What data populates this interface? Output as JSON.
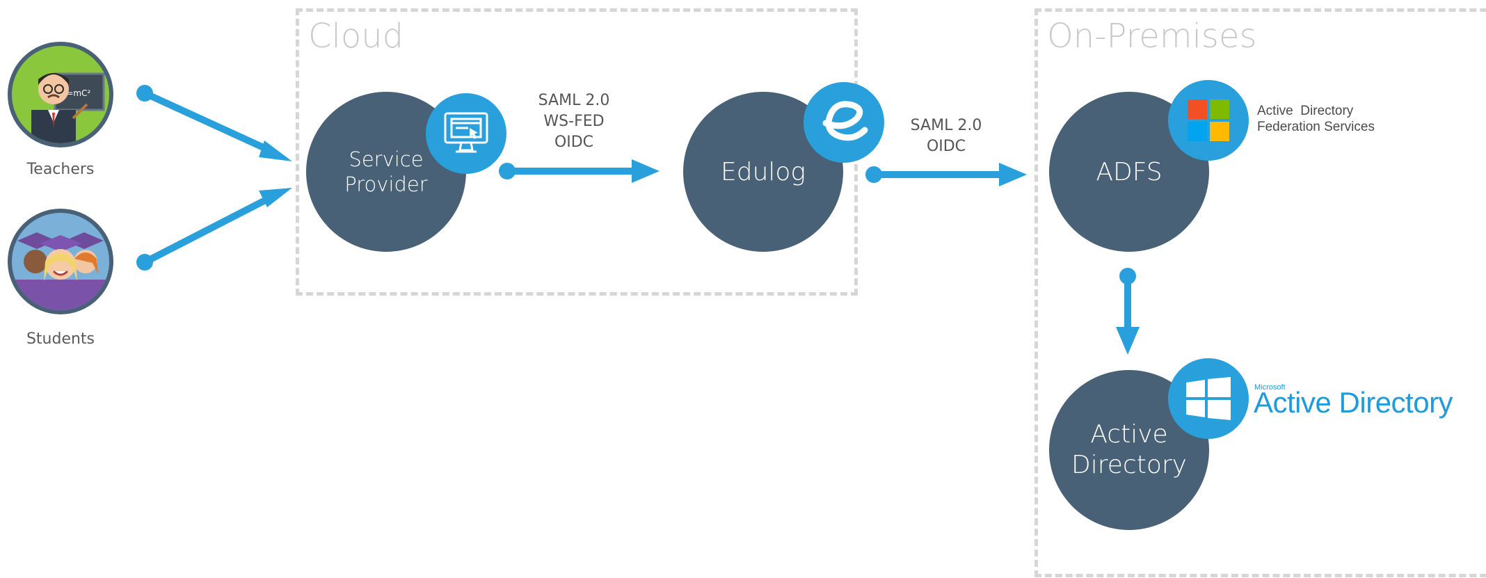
{
  "zones": {
    "cloud": "Cloud",
    "on_premises": "On-Premises"
  },
  "actors": {
    "teachers": "Teachers",
    "students": "Students"
  },
  "nodes": {
    "service_provider": [
      "Service",
      "Provider"
    ],
    "edulog": "Edulog",
    "adfs": "ADFS",
    "active_directory": [
      "Active",
      "Directory"
    ]
  },
  "protocols": {
    "sp_to_edulog": [
      "SAML 2.0",
      "WS-FED",
      "OIDC"
    ],
    "edulog_to_adfs": [
      "SAML 2.0",
      "OIDC"
    ]
  },
  "brands": {
    "adfs": [
      "Active  Directory",
      "Federation Services"
    ],
    "ms_small": "Microsoft",
    "ms_active_directory": "Active Directory"
  },
  "icons": {
    "service_provider": "monitor-browser-icon",
    "edulog": "edulog-logo-icon",
    "adfs": "windows-color-logo-icon",
    "active_directory": "windows-logo-icon"
  },
  "colors": {
    "node": "#486176",
    "accent": "#29a0dc",
    "zone_border": "#d6d6d6"
  }
}
